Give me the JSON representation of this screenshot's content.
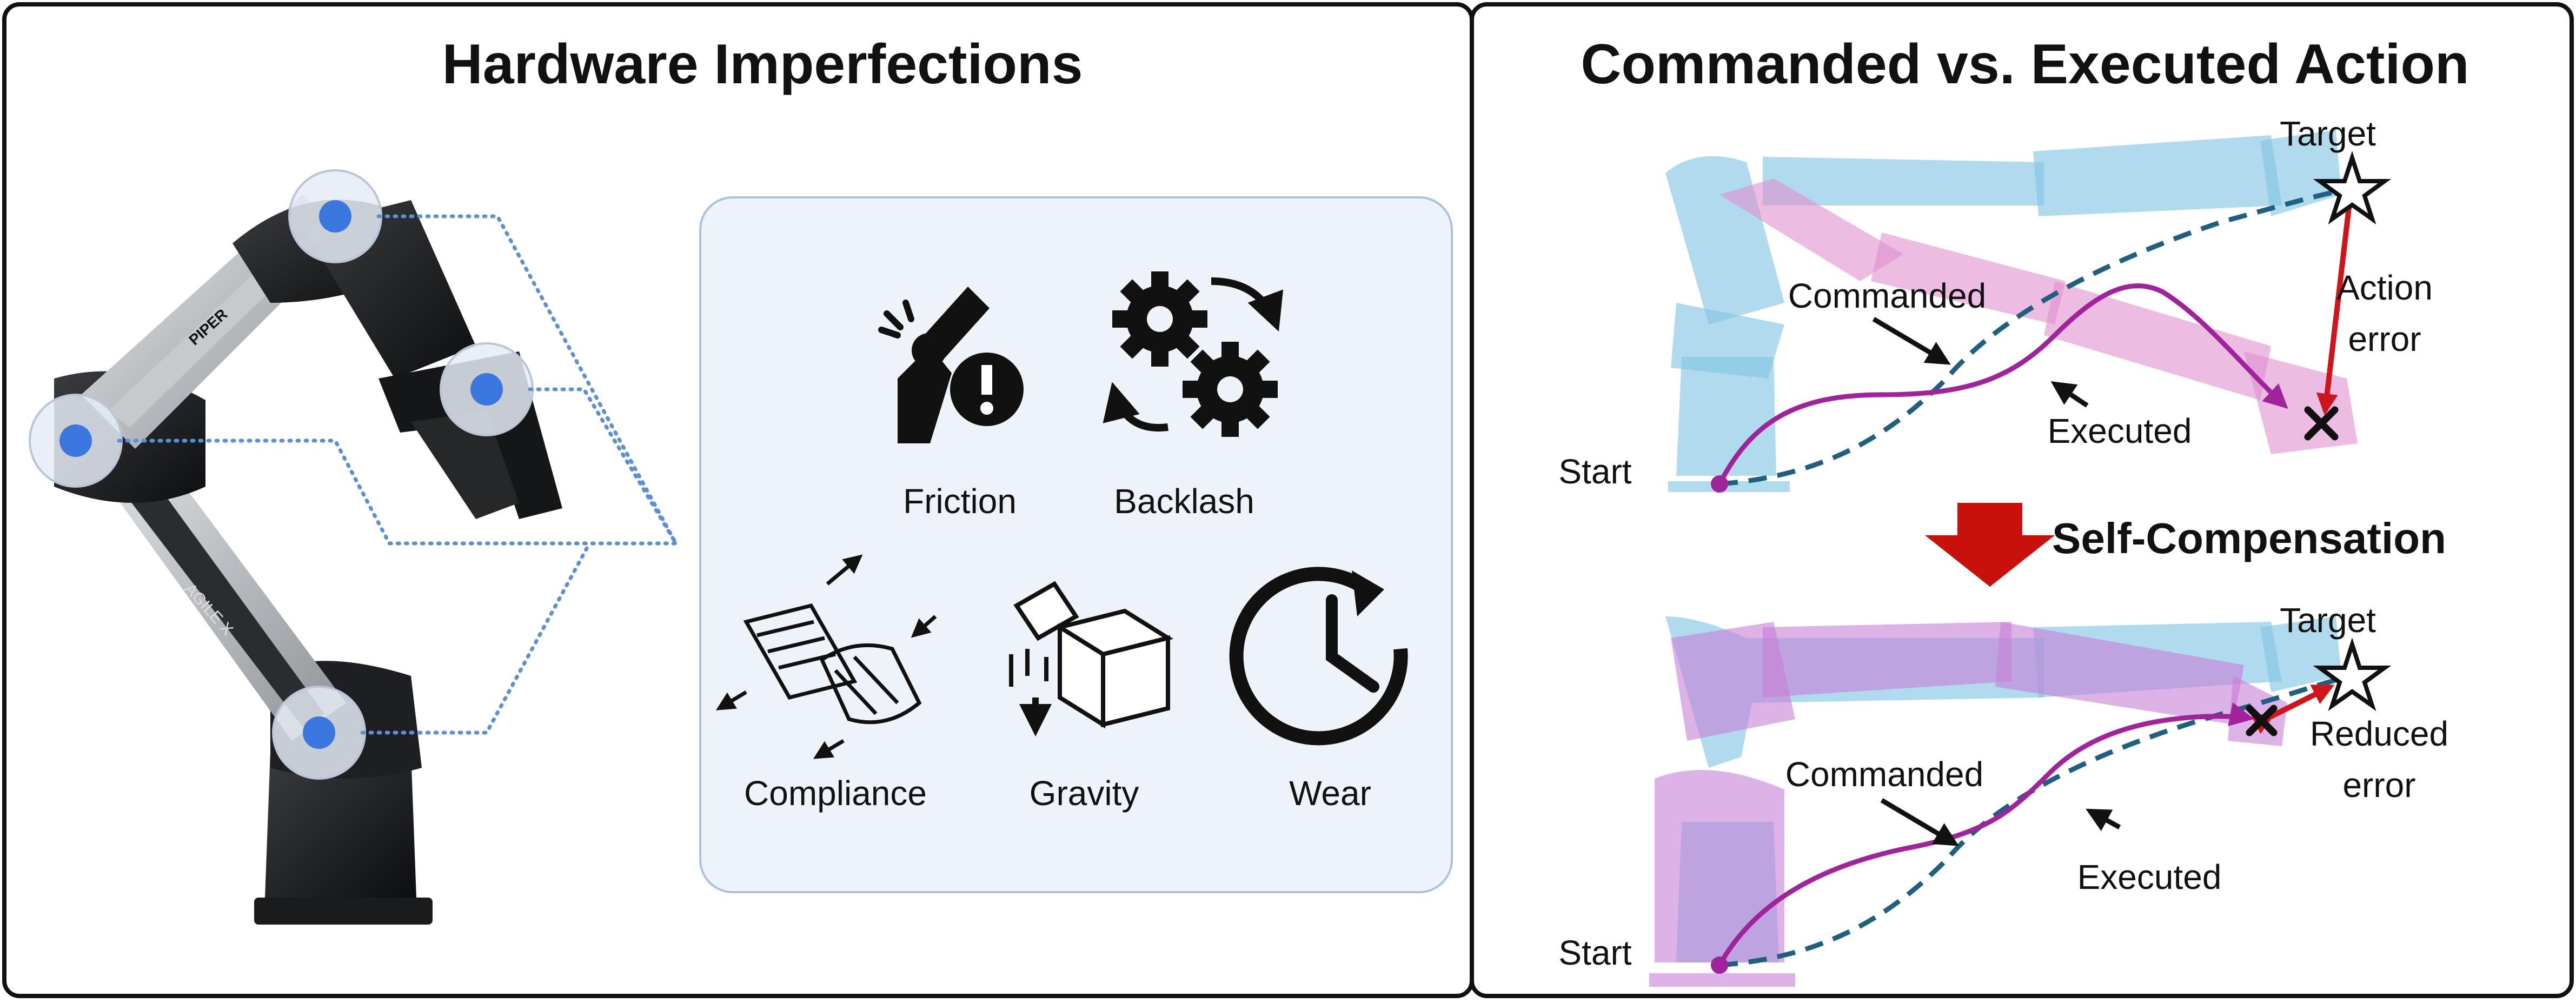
{
  "left_panel": {
    "title": "Hardware Imperfections",
    "robot_brand_upper": "PIPER",
    "robot_brand_lower": "AGILE X",
    "factors": [
      {
        "label": "Friction",
        "icon": "friction-icon"
      },
      {
        "label": "Backlash",
        "icon": "gears-cycle-icon"
      },
      {
        "label": "Compliance",
        "icon": "compliance-icon"
      },
      {
        "label": "Gravity",
        "icon": "falling-box-icon"
      },
      {
        "label": "Wear",
        "icon": "clock-icon"
      }
    ]
  },
  "right_panel": {
    "title": "Commanded vs. Executed Action",
    "top": {
      "target": "Target",
      "start": "Start",
      "commanded": "Commanded",
      "executed": "Executed",
      "error_line1": "Action",
      "error_line2": "error"
    },
    "arrow_label": "Self-Compensation",
    "bottom": {
      "target": "Target",
      "start": "Start",
      "commanded": "Commanded",
      "executed": "Executed",
      "error_line1": "Reduced",
      "error_line2": "error"
    }
  },
  "colors": {
    "commanded": "#1f5f80",
    "executed": "#a0239b",
    "error": "#d0141c",
    "compensation_arrow": "#c8100c",
    "joint_marker": "#3a78e0",
    "factor_box_fill": "#eef3fa",
    "factor_box_border": "#a9c2e2"
  }
}
